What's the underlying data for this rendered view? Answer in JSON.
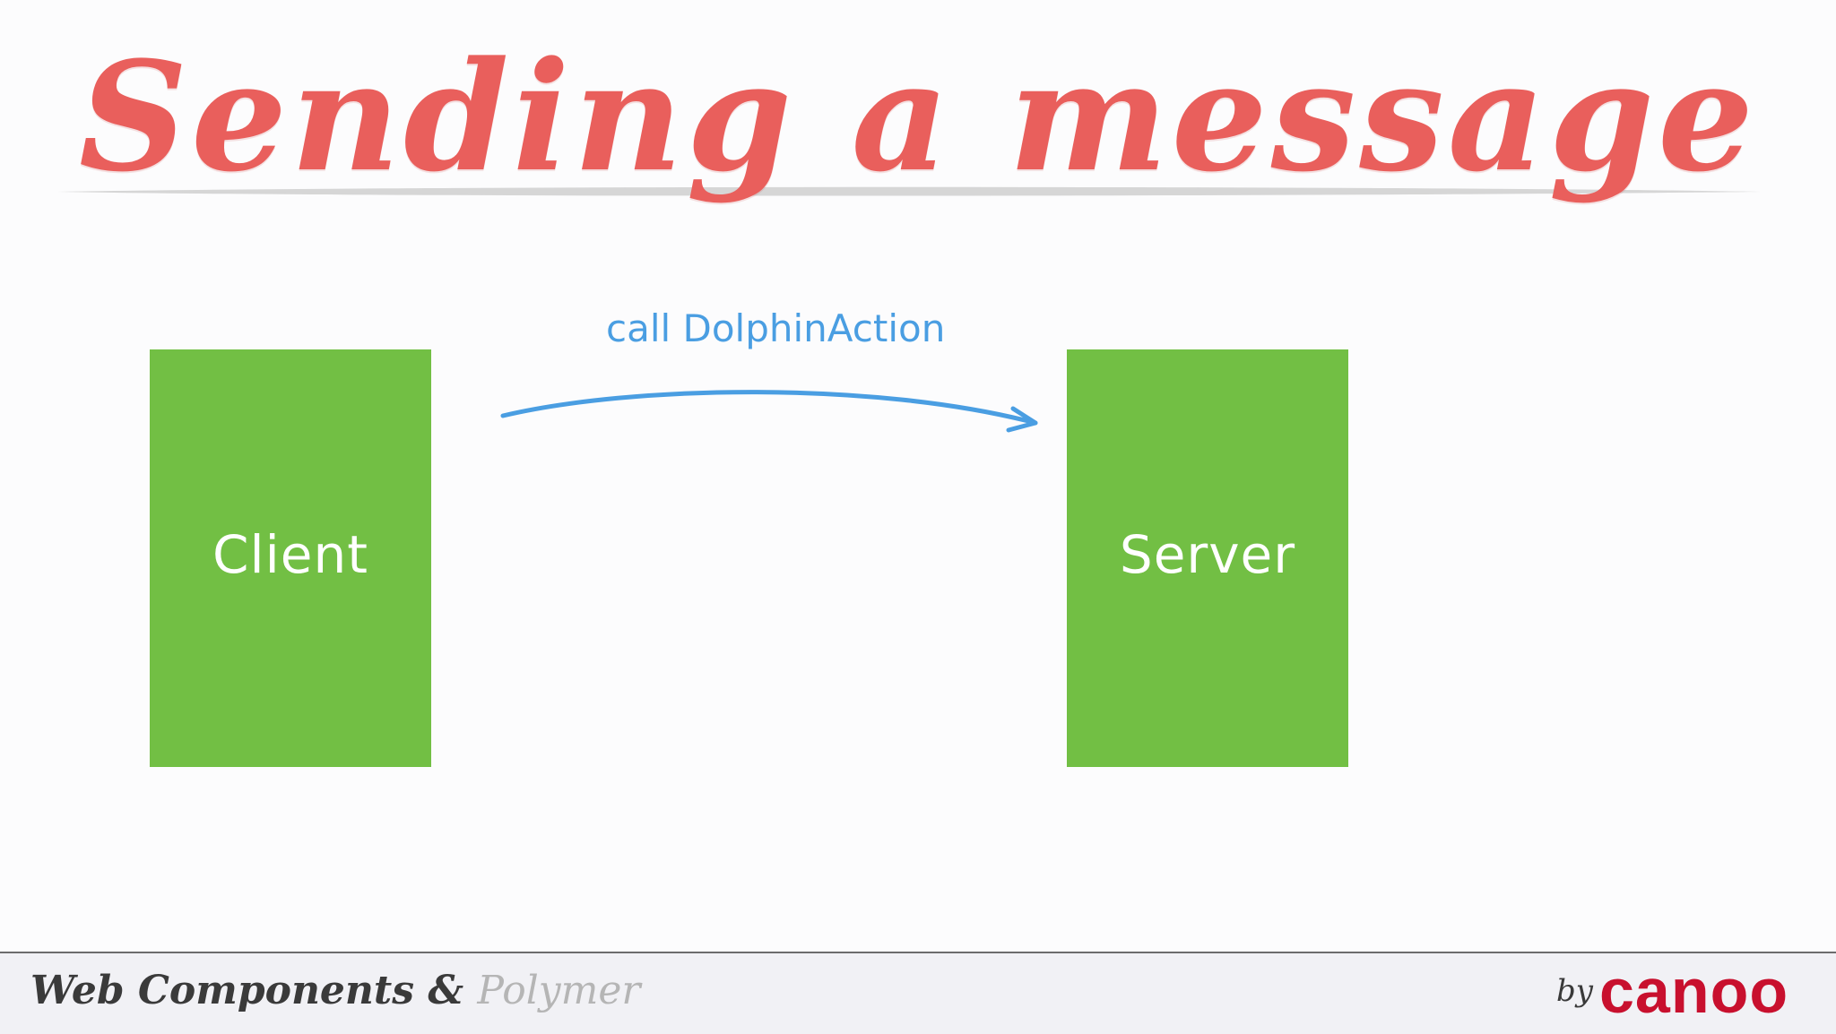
{
  "slide": {
    "title": "Sending a message",
    "client_label": "Client",
    "server_label": "Server",
    "arrow_label": "call DolphinAction"
  },
  "footer": {
    "left_prefix": "Web Components & ",
    "left_polymer": "Polymer",
    "by": "by",
    "logo": "canoo"
  },
  "colors": {
    "title": "#e95f5c",
    "box": "#72bf44",
    "arrow": "#4a9ee2",
    "logo": "#c8102e"
  }
}
